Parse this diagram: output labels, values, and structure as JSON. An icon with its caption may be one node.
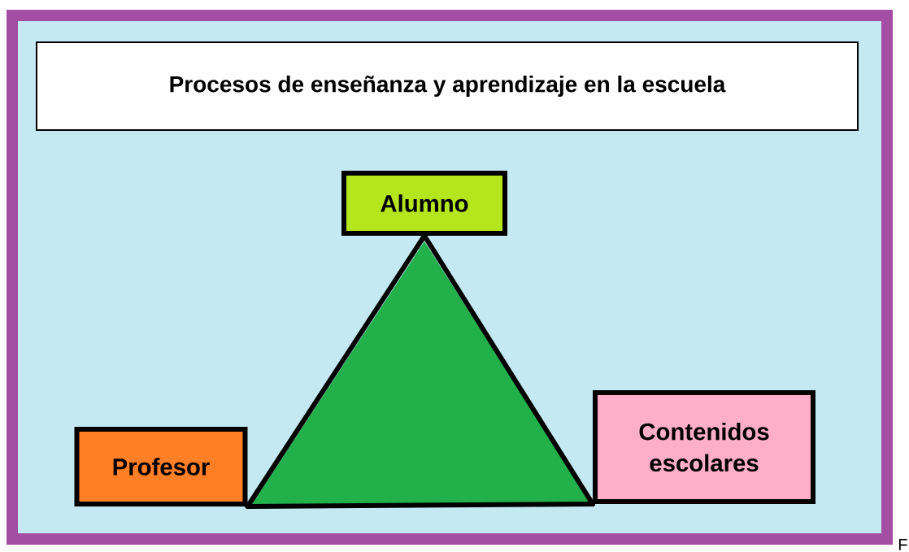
{
  "diagram": {
    "title": "Procesos de enseñanza y aprendizaje en la escuela",
    "nodes": [
      {
        "text": [
          "Alumno"
        ]
      },
      {
        "text": [
          "Profesor"
        ]
      },
      {
        "text": [
          "Contenidos escolares"
        ]
      }
    ],
    "edges": [
      {
        "from": 0,
        "to": 1,
        "arrow": "none"
      },
      {
        "from": 0,
        "to": 2,
        "arrow": "none"
      },
      {
        "from": 1,
        "to": 2,
        "arrow": "none"
      }
    ],
    "labels": [
      "F"
    ]
  }
}
